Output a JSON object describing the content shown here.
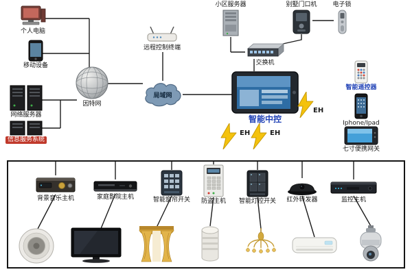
{
  "nodes": {
    "pc": "个人电脑",
    "mobile": "移动设备",
    "network_server": "网络服务器",
    "info_service": "信息服务系统",
    "community_server": "小区服务器",
    "door_station": "别墅门口机",
    "electronic_lock": "电子锁",
    "remote_terminal": "远程控制终端",
    "switch": "交换机",
    "internet": "因特网",
    "lan": "局域网",
    "central_control": "智能中控",
    "smart_remote": "智能遥控器",
    "iphone_ipad": "Iphone/Ipad",
    "portable_gateway": "七寸便携网关",
    "eh": "EH"
  },
  "box_devices": [
    "背景音乐主机",
    "家庭影院主机",
    "智能窗帘开关",
    "防盗主机",
    "智能灯控开关",
    "红外转发器",
    "监控主机"
  ],
  "colors": {
    "accent_blue": "#1d3fb5",
    "bolt_yellow": "#f4c20d",
    "wire": "#1c1c1c",
    "box_border": "#151515",
    "cloud_blue": "#7e9ab5",
    "info_tag_red": "#c0392b"
  }
}
